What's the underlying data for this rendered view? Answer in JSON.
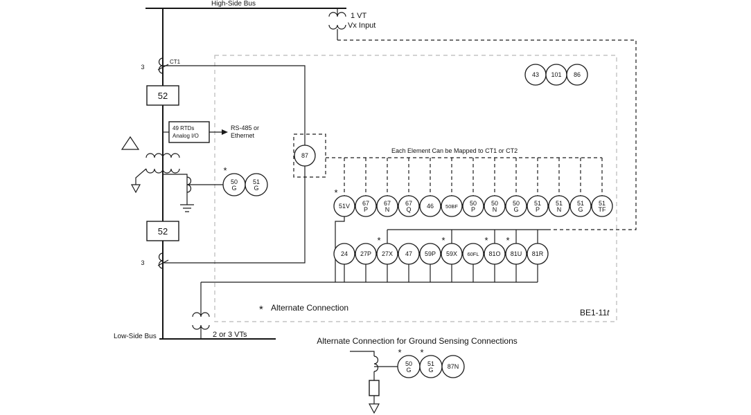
{
  "labels": {
    "high_side_bus": "High-Side Bus",
    "low_side_bus": "Low-Side Bus",
    "vt_count": "1 VT",
    "vx_input": "Vx Input",
    "ct1": "CT1",
    "phase3_top": "3",
    "phase3_bottom": "3",
    "breaker_top": "52",
    "breaker_bottom": "52",
    "rtd_line1": "49 RTDs",
    "rtd_line2": "Analog I/O",
    "comm_line1": "RS-485 or",
    "comm_line2": "Ethernet",
    "mapping_note": "Each Element Can be Mapped to CT1 or CT2",
    "alt_marker": "*",
    "alt_note": "Alternate Connection",
    "model_base": "BE1-11",
    "model_suffix": "t",
    "vts_bottom": "2 or 3 VTs",
    "ground_note": "Alternate Connection for Ground Sensing Connections"
  },
  "devices": {
    "differential": {
      "label": "87"
    },
    "control": [
      {
        "label": "43"
      },
      {
        "label": "101"
      },
      {
        "label": "86"
      }
    ],
    "current_elements": [
      {
        "label": "51V",
        "alt": true
      },
      {
        "label": "67|P"
      },
      {
        "label": "67|N"
      },
      {
        "label": "67|Q"
      },
      {
        "label": "46"
      },
      {
        "label": "50BF"
      },
      {
        "label": "50|P"
      },
      {
        "label": "50|N"
      },
      {
        "label": "50|G"
      },
      {
        "label": "51|P"
      },
      {
        "label": "51|N"
      },
      {
        "label": "51|G"
      },
      {
        "label": "51|TF"
      }
    ],
    "voltage_elements": [
      {
        "label": "24"
      },
      {
        "label": "27P"
      },
      {
        "label": "27X",
        "alt": true
      },
      {
        "label": "47"
      },
      {
        "label": "59P"
      },
      {
        "label": "59X",
        "alt": true
      },
      {
        "label": "60FL"
      },
      {
        "label": "81O",
        "alt": true
      },
      {
        "label": "81U",
        "alt": true
      },
      {
        "label": "81R"
      }
    ],
    "transformer_ground_elements": [
      {
        "label": "50|G",
        "alt": true
      },
      {
        "label": "51|G"
      }
    ],
    "ground_sensing_elements": [
      {
        "label": "50|G",
        "alt": true
      },
      {
        "label": "51|G",
        "alt": true
      },
      {
        "label": "87N"
      }
    ]
  }
}
